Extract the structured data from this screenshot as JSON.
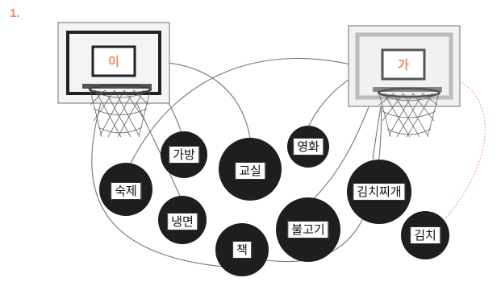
{
  "question_number": "1.",
  "colors": {
    "accent": "#f08a5d",
    "ball": "#1e1e1e",
    "line": "#777777"
  },
  "hoops": {
    "left": {
      "label": "이"
    },
    "right": {
      "label": "가"
    }
  },
  "balls": [
    {
      "label": "가방"
    },
    {
      "label": "교실"
    },
    {
      "label": "영화"
    },
    {
      "label": "숙제"
    },
    {
      "label": "냉면"
    },
    {
      "label": "책"
    },
    {
      "label": "불고기"
    },
    {
      "label": "김치찌개"
    },
    {
      "label": "김치"
    }
  ]
}
